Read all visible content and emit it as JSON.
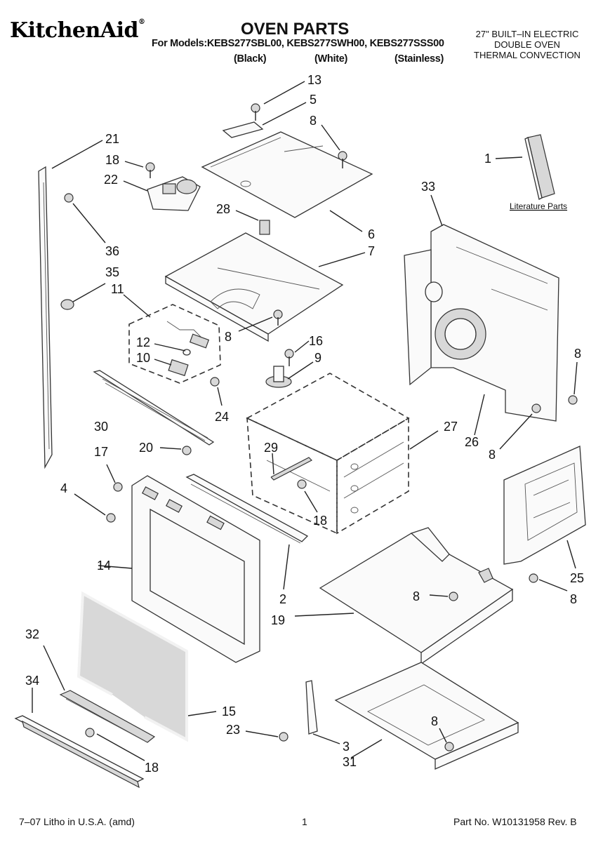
{
  "header": {
    "brand": "KitchenAid",
    "brand_mark": "®",
    "title": "OVEN PARTS",
    "models_line": "For Models:KEBS277SBL00, KEBS277SWH00, KEBS277SSS00",
    "finishes": [
      "(Black)",
      "(White)",
      "(Stainless)"
    ],
    "spec_lines": [
      "27\" BUILT–IN ELECTRIC",
      "DOUBLE OVEN",
      "THERMAL CONVECTION"
    ]
  },
  "literature_label": "Literature Parts",
  "callouts": [
    "13",
    "5",
    "8",
    "21",
    "18",
    "22",
    "28",
    "6",
    "7",
    "1",
    "33",
    "36",
    "35",
    "11",
    "12",
    "10",
    "8",
    "16",
    "9",
    "8",
    "24",
    "30",
    "17",
    "20",
    "27",
    "26",
    "8",
    "29",
    "4",
    "18",
    "14",
    "2",
    "25",
    "8",
    "19",
    "8",
    "32",
    "34",
    "15",
    "23",
    "3",
    "31",
    "8",
    "18"
  ],
  "footer": {
    "left": "7–07 Litho in U.S.A. (amd)",
    "page": "1",
    "part_no": "Part No. W10131958 Rev. B"
  }
}
